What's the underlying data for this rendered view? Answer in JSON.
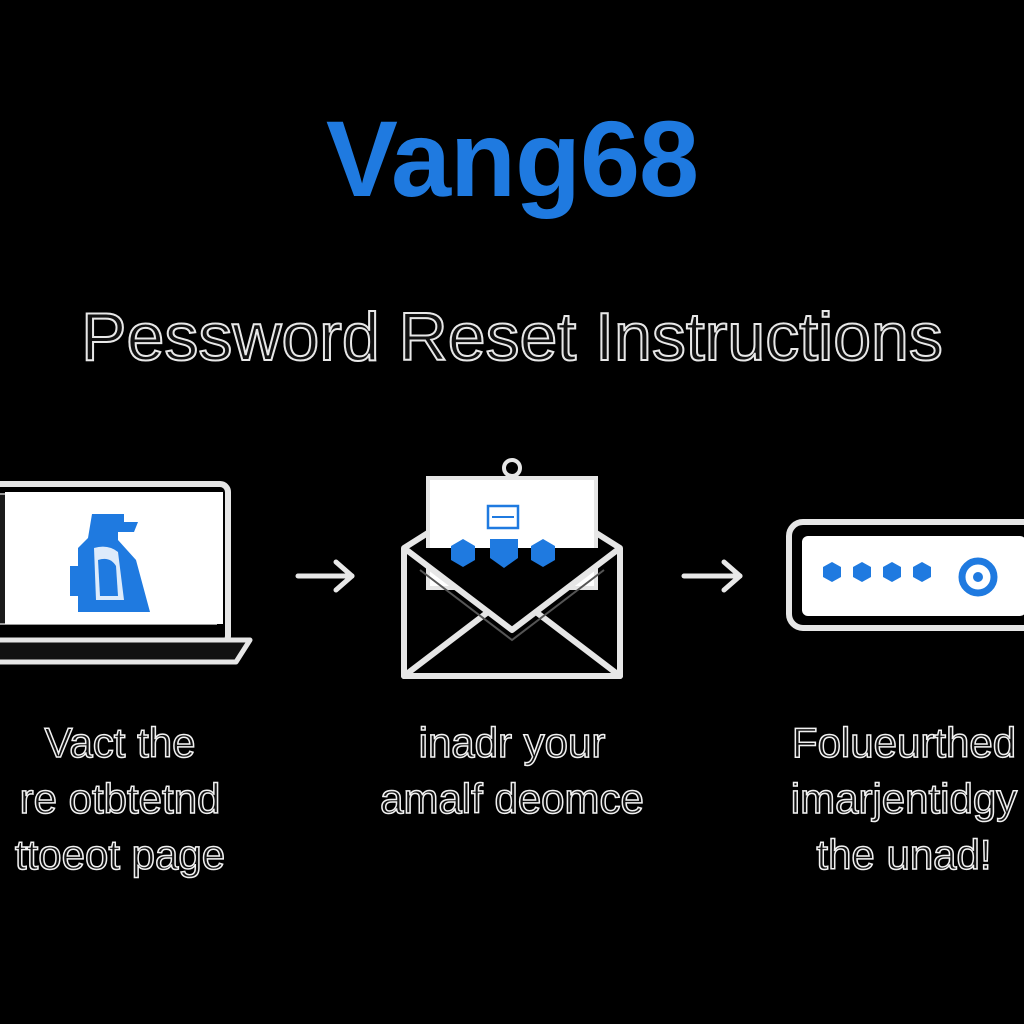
{
  "brand": {
    "name": "Vang68",
    "color": "#1f7ae0"
  },
  "title": "Pessword Reset Instructions",
  "steps": [
    {
      "icon": "laptop-icon",
      "lines": [
        "Vact the",
        "re otbtetnd",
        "ttoeot page"
      ]
    },
    {
      "icon": "open-envelope-icon",
      "lines": [
        "inadr your",
        "amalf deomce"
      ]
    },
    {
      "icon": "password-field-icon",
      "lines": [
        "Folueurthed",
        "imarjentidgy",
        "the unad!"
      ]
    }
  ],
  "arrows": [
    "arrow-right-icon",
    "arrow-right-icon"
  ],
  "colors": {
    "background": "#000000",
    "accent": "#1f7ae0",
    "outline": "#e8e8e8"
  }
}
